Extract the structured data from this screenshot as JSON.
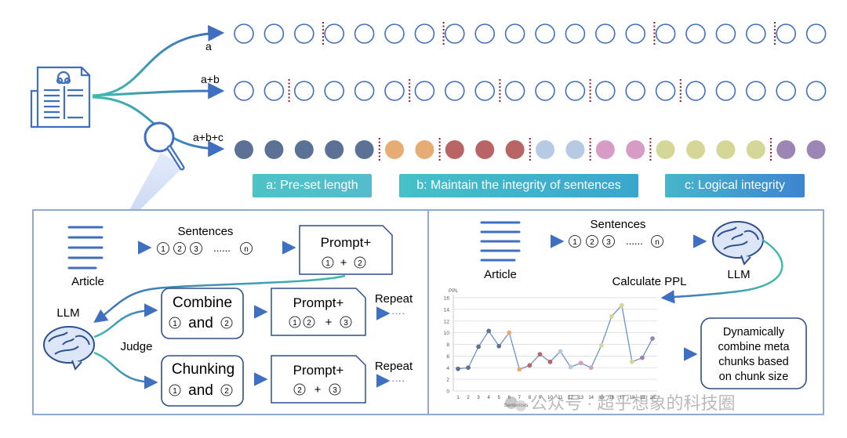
{
  "top": {
    "branch_labels": [
      "a",
      "a+b",
      "a+b+c"
    ],
    "tags": [
      {
        "label": "a: Pre-set length",
        "color": "#4cc3c6"
      },
      {
        "label": "b: Maintain the integrity of sentences",
        "color": "#3fb8c9"
      },
      {
        "label": "c: Logical integrity",
        "color": "#3e93cf"
      }
    ],
    "row_c_colors": [
      "#5b7195",
      "#5b7195",
      "#5b7195",
      "#5b7195",
      "#5b7195",
      "#e5ad74",
      "#e5ad74",
      "#b96465",
      "#b96465",
      "#b96465",
      "#b7cae3",
      "#b7cae3",
      "#d79cc5",
      "#d79cc5",
      "#d5d796",
      "#d5d796",
      "#d5d796",
      "#d5d796",
      "#9c86b6",
      "#9c86b6"
    ]
  },
  "left_panel": {
    "article_label": "Article",
    "sentences_label": "Sentences",
    "seq_numbers": [
      "1",
      "2",
      "3",
      "n"
    ],
    "ellipsis": "......",
    "prompt_title": "Prompt+",
    "prompt_n1": "1",
    "prompt_plus": "+",
    "prompt_n2": "2",
    "llm_label": "LLM",
    "judge_label": "Judge",
    "combine_title": "Combine",
    "combine_n1": "1",
    "combine_and": "and",
    "combine_n2": "2",
    "chunking_title": "Chunking",
    "chunking_n1": "1",
    "chunking_and": "and",
    "chunking_n2": "2",
    "prompt2_title": "Prompt+",
    "prompt2_a": "1",
    "prompt2_b": "2",
    "prompt2_plus": "+",
    "prompt2_c": "3",
    "prompt3_title": "Prompt+",
    "prompt3_a": "2",
    "prompt3_plus": "+",
    "prompt3_b": "3",
    "repeat_label": "Repeat",
    "repeat_dots": "····"
  },
  "right_panel": {
    "article_label": "Article",
    "sentences_label": "Sentences",
    "seq_numbers": [
      "1",
      "2",
      "3",
      "n"
    ],
    "ellipsis": "......",
    "llm_label": "LLM",
    "calc_label": "Calculate PPL",
    "result_text": [
      "Dynamically",
      "combine meta",
      "chunks based",
      "on chunk size"
    ]
  },
  "chart_data": {
    "type": "line",
    "ylabel": "PPL",
    "xlabel": "Sentences",
    "ylim": [
      0,
      16
    ],
    "yticks": [
      0,
      2,
      4,
      6,
      8,
      10,
      12,
      14,
      16
    ],
    "x": [
      1,
      2,
      3,
      4,
      5,
      6,
      7,
      8,
      9,
      10,
      11,
      12,
      13,
      14,
      15,
      16,
      17,
      18,
      19,
      20
    ],
    "values": [
      3.8,
      4.0,
      7.6,
      10.3,
      7.7,
      10.0,
      3.7,
      4.4,
      6.3,
      5.0,
      6.8,
      4.1,
      4.8,
      4.0,
      7.8,
      12.8,
      14.7,
      5.0,
      5.7,
      9.0
    ],
    "point_colors": [
      "#5b7195",
      "#5b7195",
      "#5b7195",
      "#5b7195",
      "#5b7195",
      "#e5ad74",
      "#e5ad74",
      "#b96465",
      "#b96465",
      "#b96465",
      "#b7cae3",
      "#b7cae3",
      "#d79cc5",
      "#d79cc5",
      "#d5d796",
      "#d5d796",
      "#d5d796",
      "#d5d796",
      "#9c86b6",
      "#9c86b6"
    ],
    "line_color": "#6f8ed0",
    "grid": true
  },
  "watermark": "公众号 · 超乎想象的科技圈",
  "colors": {
    "blue": "#3f6fc0",
    "teal": "#3fbcaa",
    "panel_border": "#8fa8da",
    "cut": "#8b1a2a"
  }
}
